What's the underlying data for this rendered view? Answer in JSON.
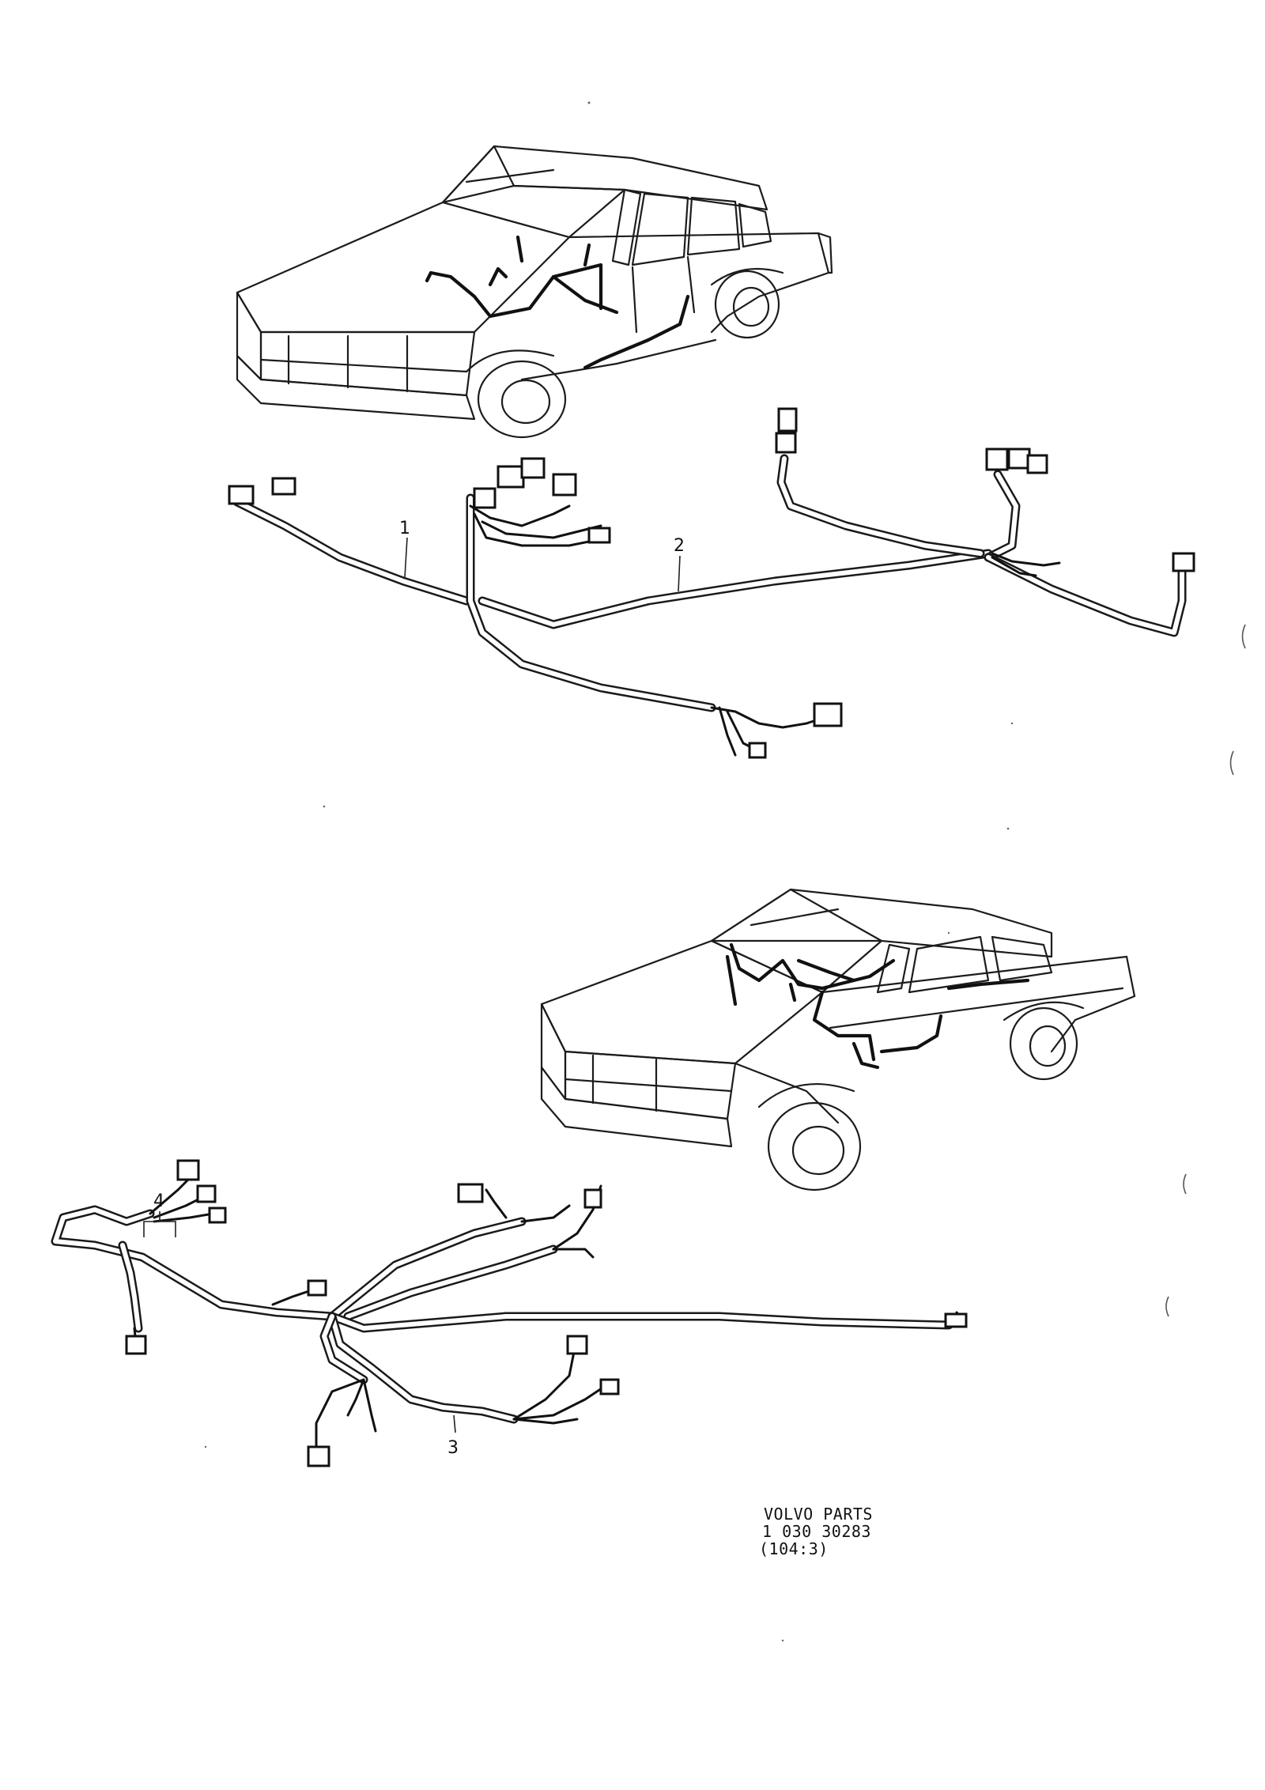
{
  "callouts": [
    {
      "number": "1"
    },
    {
      "number": "2"
    },
    {
      "number": "3"
    },
    {
      "number": "4"
    }
  ],
  "reference": {
    "line1": "VOLVO PARTS",
    "line2": "1 030 30283",
    "line3": "(104:3)"
  },
  "colors": {
    "ink": "#111111",
    "paper": "#ffffff"
  }
}
